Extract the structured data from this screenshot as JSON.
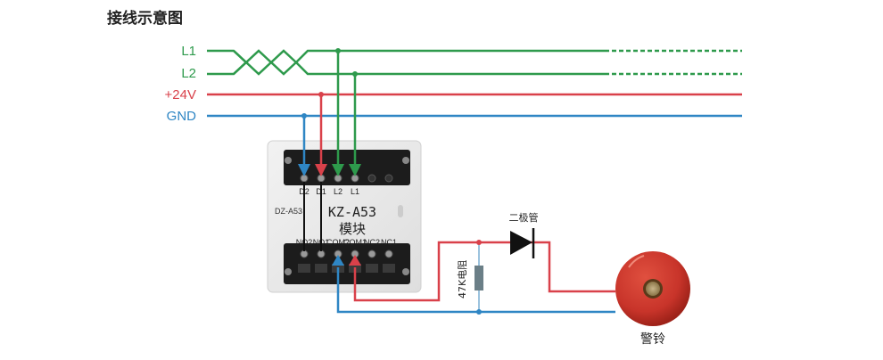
{
  "title": "接线示意图",
  "bus_lines": [
    {
      "id": "L1",
      "label": "L1",
      "color": "#2e9a4c"
    },
    {
      "id": "L2",
      "label": "L2",
      "color": "#2e9a4c"
    },
    {
      "id": "V24",
      "label": "+24V",
      "color": "#d9414a"
    },
    {
      "id": "GND",
      "label": "GND",
      "color": "#2f86c4"
    }
  ],
  "module": {
    "name": "KZ-A53",
    "subtitle": "模块",
    "model_tag": "DZ-A53",
    "top_terminals": [
      "D2",
      "D1",
      "L2",
      "L1"
    ],
    "bottom_terminals": [
      "NO2",
      "NO1",
      "COM2",
      "COM1",
      "NC2",
      "NC1"
    ]
  },
  "components": {
    "resistor_label": "47K电阻",
    "diode_label": "二极管",
    "bell_label": "警铃"
  },
  "colors": {
    "green": "#2e9a4c",
    "red": "#d9414a",
    "blue": "#2f86c4",
    "black": "#111111",
    "bell": "#c8342a"
  }
}
